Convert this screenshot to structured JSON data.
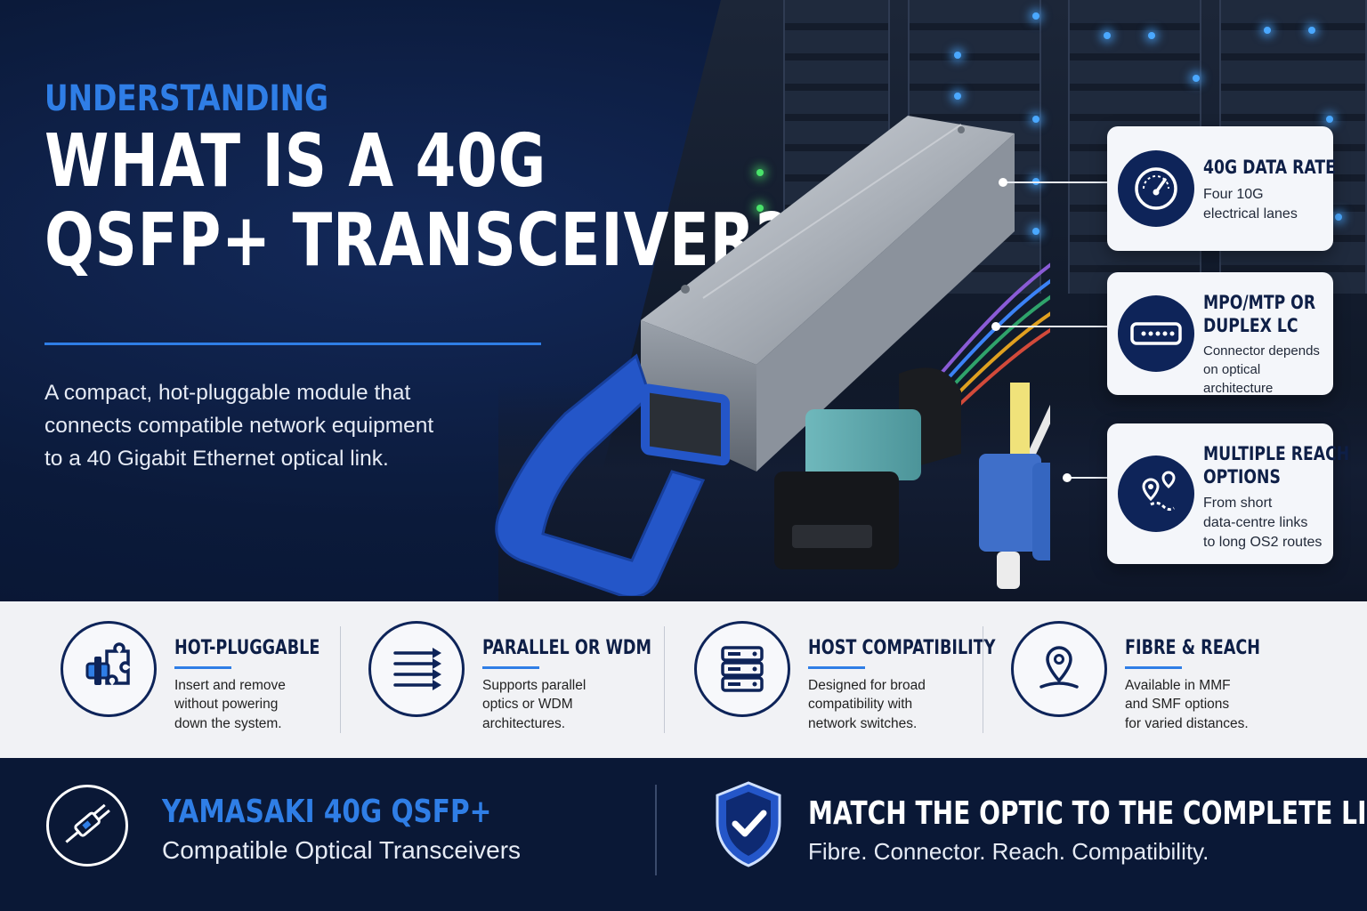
{
  "hero": {
    "eyebrow": "UNDERSTANDING",
    "headline_line1": "WHAT IS A 40G",
    "headline_line2": "QSFP+ TRANSCEIVER?",
    "intro_line1": "A compact, hot-pluggable module that",
    "intro_line2": "connects compatible network equipment",
    "intro_line3": "to a 40 Gigabit Ethernet optical link."
  },
  "callouts": [
    {
      "icon": "speedometer-icon",
      "title_line1": "40G DATA RATE",
      "title_line2": "",
      "desc_line1": "Four 10G",
      "desc_line2": "electrical lanes",
      "desc_line3": ""
    },
    {
      "icon": "connector-icon",
      "title_line1": "MPO/MTP OR",
      "title_line2": "DUPLEX LC",
      "desc_line1": "Connector depends",
      "desc_line2": "on optical architecture",
      "desc_line3": ""
    },
    {
      "icon": "route-icon",
      "title_line1": "MULTIPLE REACH",
      "title_line2": "OPTIONS",
      "desc_line1": "From short",
      "desc_line2": "data-centre links",
      "desc_line3": "to long OS2 routes"
    }
  ],
  "features": [
    {
      "icon": "puzzle-plug-icon",
      "title": "HOT-PLUGGABLE",
      "line1": "Insert and remove",
      "line2": "without powering",
      "line3": "down the system."
    },
    {
      "icon": "parallel-arrows-icon",
      "title": "PARALLEL OR WDM",
      "line1": "Supports parallel",
      "line2": "optics or WDM",
      "line3": "architectures."
    },
    {
      "icon": "server-icon",
      "title": "HOST COMPATIBILITY",
      "line1": "Designed for broad",
      "line2": "compatibility with",
      "line3": "network switches."
    },
    {
      "icon": "location-pin-icon",
      "title": "FIBRE & REACH",
      "line1": "Available in MMF",
      "line2": "and SMF options",
      "line3": "for varied distances."
    }
  ],
  "footer": {
    "brand_name": "YAMASAKI 40G QSFP+",
    "brand_sub": "Compatible Optical Transceivers",
    "cta_title": "MATCH THE OPTIC TO THE COMPLETE LINK.",
    "cta_sub": "Fibre. Connector. Reach. Compatibility."
  },
  "colors": {
    "navy": "#0b1a3a",
    "accent_blue": "#2f7ee6",
    "pull_tab_blue": "#2456c8",
    "icon_navy": "#0e2459",
    "strip_bg": "#f1f2f5"
  }
}
